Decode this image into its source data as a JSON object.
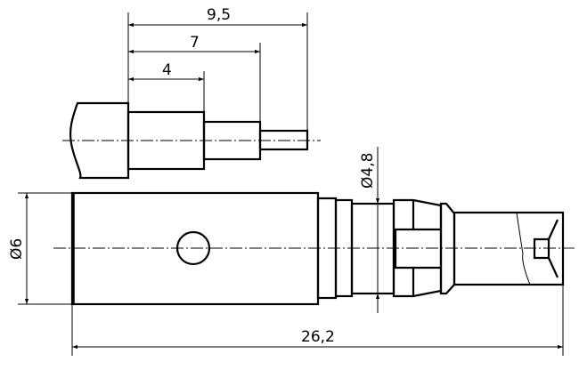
{
  "drawing": {
    "title": "Coaxial connector cable stripping and assembly drawing",
    "dimensions": {
      "strip_total": "9,5",
      "strip_dielectric": "7",
      "strip_braid": "4",
      "diameter_neck": "Ø4,8",
      "diameter_body": "Ø6",
      "overall_length": "26,2"
    },
    "colors": {
      "line": "#000000",
      "background": "#ffffff"
    }
  }
}
